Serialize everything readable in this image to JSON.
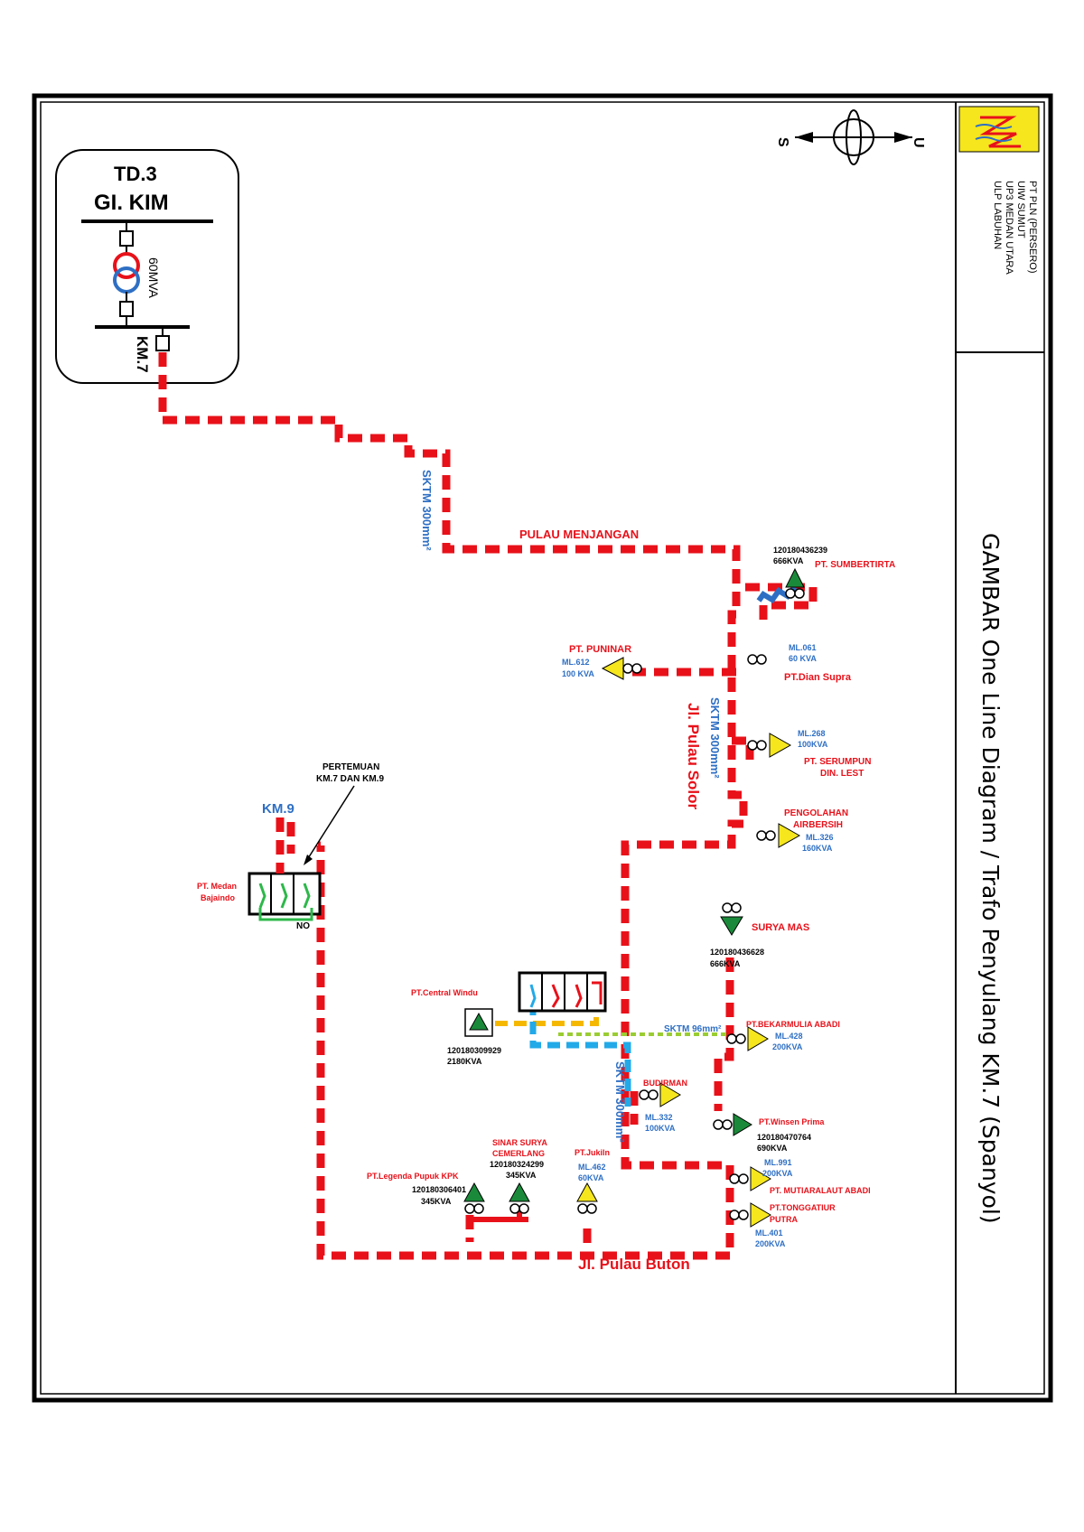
{
  "title_block": {
    "company_lines": [
      "PT PLN (PERSERO)",
      "UIW SUMUT",
      "UP3 MEDAN UTARA",
      "ULP LABUHAN"
    ],
    "drawing_title": "GAMBAR  One Line Diagram / Trafo Penyulang KM.7 (Spanyol)",
    "logo_icon": "pln-lightning-logo"
  },
  "compass": {
    "left": "S",
    "right": "U"
  },
  "substation": {
    "td": "TD.3",
    "gi": "GI. KIM",
    "capacity": "60MVA",
    "feeder": "KM.7"
  },
  "cables": {
    "sktm_top": "SKTM 300mm²",
    "sktm_mid": "SKTM 300mm²",
    "sktm_low": "SKTM 300mm²",
    "sktm_96": "SKTM 96mm²"
  },
  "roads": {
    "menjangan": "PULAU MENJANGAN",
    "solor": "Jl. Pulau Solor",
    "buton": "Jl. Pulau Buton"
  },
  "nodes": {
    "bumber": {
      "id": "120180436239",
      "kva": "666KVA",
      "name": "PT. SUMBERTIRTA"
    },
    "puninar": {
      "name": "PT. PUNINAR",
      "ml": "ML.612",
      "kva": "100 KVA"
    },
    "dian": {
      "ml": "ML.061",
      "kva": "60 KVA",
      "name": "PT.Dian Supra"
    },
    "serumpun": {
      "ml": "ML.268",
      "kva": "100KVA",
      "name1": "PT. SERUMPUN",
      "name2": "DIN. LEST"
    },
    "pengolahan": {
      "name1": "PENGOLAHAN",
      "name2": "AIRBERSIH",
      "ml": "ML.326",
      "kva": "160KVA"
    },
    "surya": {
      "name": "SURYA MAS",
      "id": "120180436628",
      "kva": "666KVA"
    },
    "central": {
      "name": "PT.Central Windu",
      "id": "120180309929",
      "kva": "2180KVA"
    },
    "bekar": {
      "name": "PT.BEKARMULIA ABADI",
      "ml": "ML.428",
      "kva": "200KVA"
    },
    "budirman": {
      "name": "BUDIRMAN",
      "ml": "ML.332",
      "kva": "100KVA"
    },
    "winsen": {
      "name": "PT.Winsen Prima",
      "id": "120180470764",
      "kva": "690KVA"
    },
    "mutiara": {
      "ml": "ML.991",
      "kva": "200KVA",
      "name": "PT. MUTIARALAUT ABADI"
    },
    "tongga": {
      "name1": "PT.TONGGATIUR",
      "name2": "PUTRA",
      "ml": "ML.401",
      "kva": "200KVA"
    },
    "jukiln": {
      "name": "PT.Jukiln",
      "ml": "ML.462",
      "kva": "60KVA"
    },
    "sinar": {
      "name1": "SINAR SURYA",
      "name2": "CEMERLANG",
      "id": "120180324299",
      "kva": "345KVA"
    },
    "legenda": {
      "name": "PT.Legenda Pupuk KPK",
      "id": "120180306401",
      "kva": "345KVA"
    },
    "medan": {
      "name1": "PT. Medan",
      "name2": "Bajaindo",
      "status": "NO"
    }
  },
  "meeting": {
    "line1": "PERTEMUAN",
    "line2": "KM.7 DAN KM.9",
    "km9": "KM.9"
  },
  "colors": {
    "feeder": "#e8111a",
    "text_blue": "#2e6fc4",
    "transformer_green": "#1a8a3a",
    "transformer_yellow": "#f5e61e",
    "branch_orange": "#f5b800",
    "branch_cyan": "#22a9e8",
    "branch_lime": "#9acd32",
    "switch_green": "#2db84a",
    "logo_yellow": "#f5e61e"
  }
}
